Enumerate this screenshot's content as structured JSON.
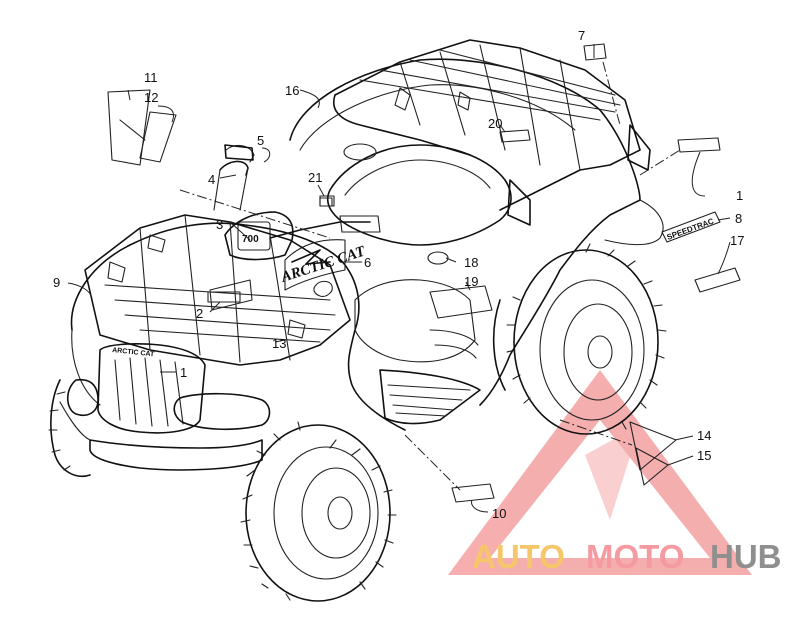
{
  "callouts": [
    "1",
    "1",
    "2",
    "3",
    "4",
    "5",
    "6",
    "7",
    "8",
    "9",
    "10",
    "11",
    "12",
    "13",
    "14",
    "15",
    "16",
    "17",
    "18",
    "19",
    "20",
    "21"
  ],
  "decal_text": {
    "brand": "ARCTIC CAT",
    "hood_badge": "ARCTIC CAT",
    "side_badge": "SPEEDTRAC",
    "console": "700"
  },
  "watermark": {
    "part1": "AUTO",
    "part2": "MOTO",
    "part3": "HUB",
    "colors": {
      "auto": "#f5c76a",
      "moto": "#f59aa0",
      "hub": "#8f8f8f",
      "triangle": "#f4a0a0"
    }
  }
}
